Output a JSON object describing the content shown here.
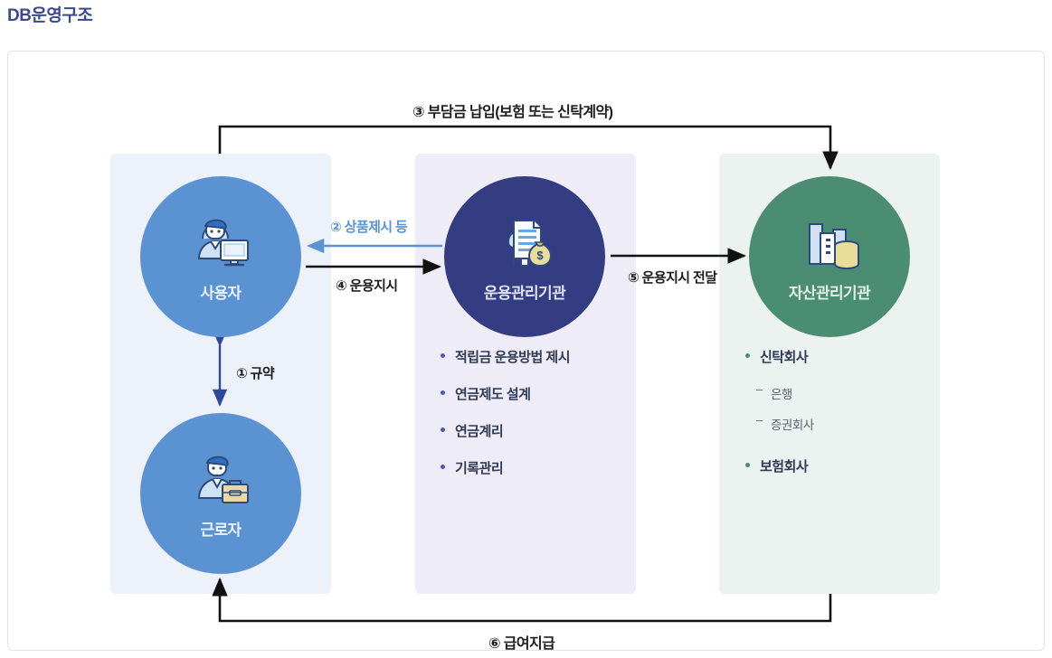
{
  "page": {
    "title": "DB운영구조"
  },
  "columns": {
    "left": {
      "nodes": [
        {
          "id": "employer",
          "label": "사용자",
          "icon": "user-monitor-icon",
          "color": "#5b93d2"
        },
        {
          "id": "worker",
          "label": "근로자",
          "icon": "user-briefcase-icon",
          "color": "#5b93d2"
        }
      ],
      "panel_color": "#edf1fa"
    },
    "center": {
      "node": {
        "id": "operation-institution",
        "label": "운용관리기관",
        "icon": "document-moneybag-icon",
        "color": "#343c82"
      },
      "panel_color": "#eeedf7",
      "items": [
        {
          "text": "적립금 운용방법 제시",
          "level": 1
        },
        {
          "text": "연금제도 설계",
          "level": 1
        },
        {
          "text": "연금계리",
          "level": 1
        },
        {
          "text": "기록관리",
          "level": 1
        }
      ]
    },
    "right": {
      "node": {
        "id": "asset-institution",
        "label": "자산관리기관",
        "icon": "building-coins-icon",
        "color": "#4a8d73"
      },
      "panel_color": "#ecf2ef",
      "items": [
        {
          "text": "신탁회사",
          "level": 1
        },
        {
          "text": "은행",
          "level": 2
        },
        {
          "text": "증권회사",
          "level": 2
        },
        {
          "text": "보험회사",
          "level": 1
        }
      ]
    }
  },
  "flows": [
    {
      "no": "①",
      "label": "① 규약",
      "direction": "bidirectional-vertical",
      "color": "#2f4a9c"
    },
    {
      "no": "②",
      "label": "② 상품제시 등",
      "direction": "left",
      "color": "#5b93d2"
    },
    {
      "no": "③",
      "label": "③ 부담금 납입(보험 또는 신탁계약)",
      "direction": "right",
      "color": "#1d1d1d"
    },
    {
      "no": "④",
      "label": "④ 운용지시",
      "direction": "right",
      "color": "#1d1d1d"
    },
    {
      "no": "⑤",
      "label": "⑤ 운용지시 전달",
      "direction": "right",
      "color": "#1d1d1d"
    },
    {
      "no": "⑥",
      "label": "⑥ 급여지급",
      "direction": "left",
      "color": "#1d1d1d"
    }
  ]
}
